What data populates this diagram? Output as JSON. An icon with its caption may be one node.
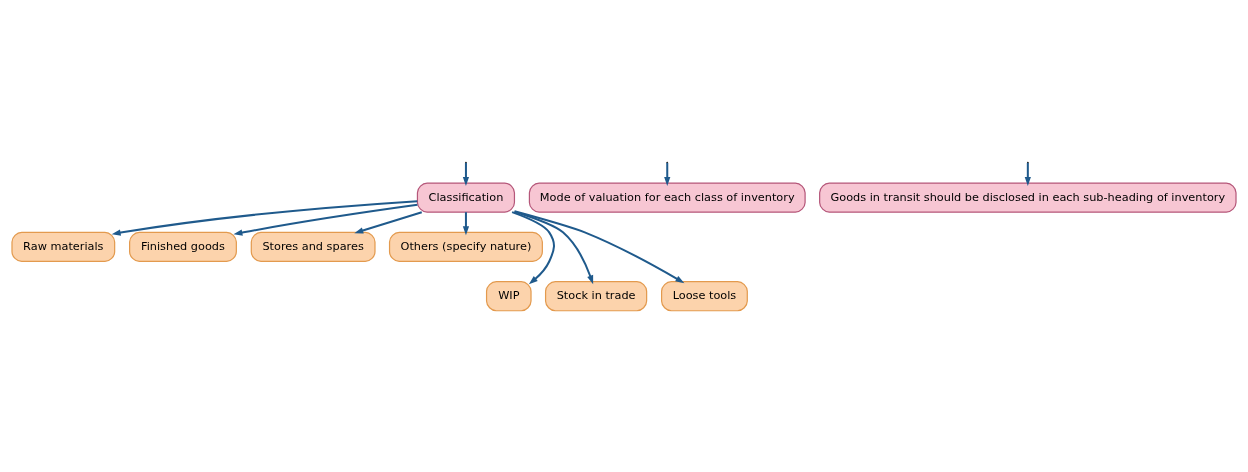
{
  "diagram": {
    "nodes": [
      {
        "text": [
          "Classification"
        ]
      },
      {
        "text": [
          "Raw materials"
        ]
      },
      {
        "text": [
          "WIP"
        ]
      },
      {
        "text": [
          "Finished goods"
        ]
      },
      {
        "text": [
          "Stock in trade"
        ]
      },
      {
        "text": [
          "Stores and spares"
        ]
      },
      {
        "text": [
          "Loose tools"
        ]
      },
      {
        "text": [
          "Others (specify nature)"
        ]
      },
      {
        "text": [
          "Mode of valuation for each class of inventory"
        ]
      },
      {
        "text": [
          "Goods in transit should be disclosed in each sub-heading of inventory"
        ]
      }
    ],
    "edges": [
      {
        "from": null,
        "to": 0,
        "arrow": "to"
      },
      {
        "from": 0,
        "to": 1,
        "arrow": "to"
      },
      {
        "from": 0,
        "to": 2,
        "arrow": "to"
      },
      {
        "from": 0,
        "to": 3,
        "arrow": "to"
      },
      {
        "from": 0,
        "to": 4,
        "arrow": "to"
      },
      {
        "from": 0,
        "to": 5,
        "arrow": "to"
      },
      {
        "from": 0,
        "to": 6,
        "arrow": "to"
      },
      {
        "from": 0,
        "to": 7,
        "arrow": "to"
      },
      {
        "from": null,
        "to": 8,
        "arrow": "to"
      },
      {
        "from": null,
        "to": 9,
        "arrow": "to"
      }
    ]
  }
}
